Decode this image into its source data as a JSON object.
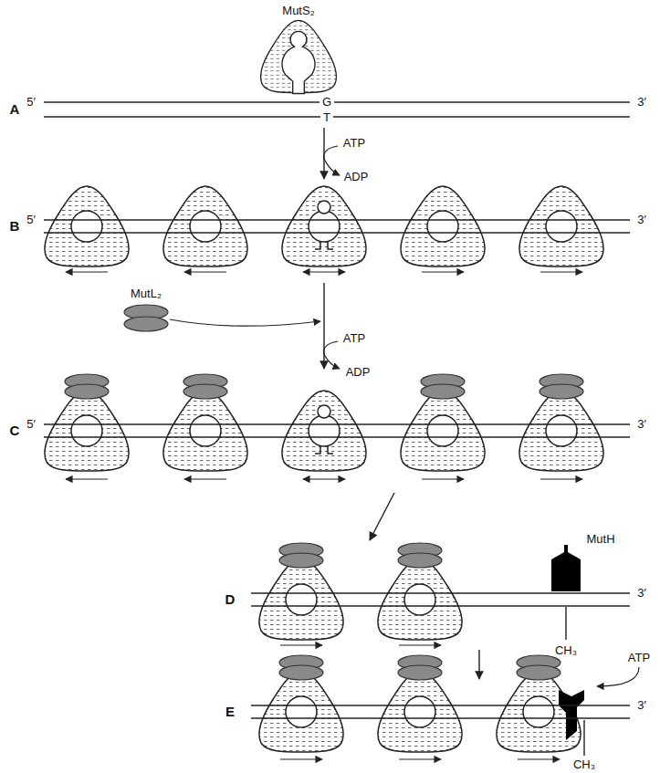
{
  "diagram": {
    "labels": [
      "MutS₂",
      "A",
      "5′",
      "G",
      "3′",
      "T",
      "ATP",
      "ADP",
      "B",
      "5′",
      "3′",
      "MutL₂",
      "C",
      "ATP",
      "ADP",
      "5′",
      "3′",
      "MutH",
      "D",
      "3′",
      "CH₃",
      "ATP",
      "E",
      "3′",
      "CH₃"
    ]
  }
}
